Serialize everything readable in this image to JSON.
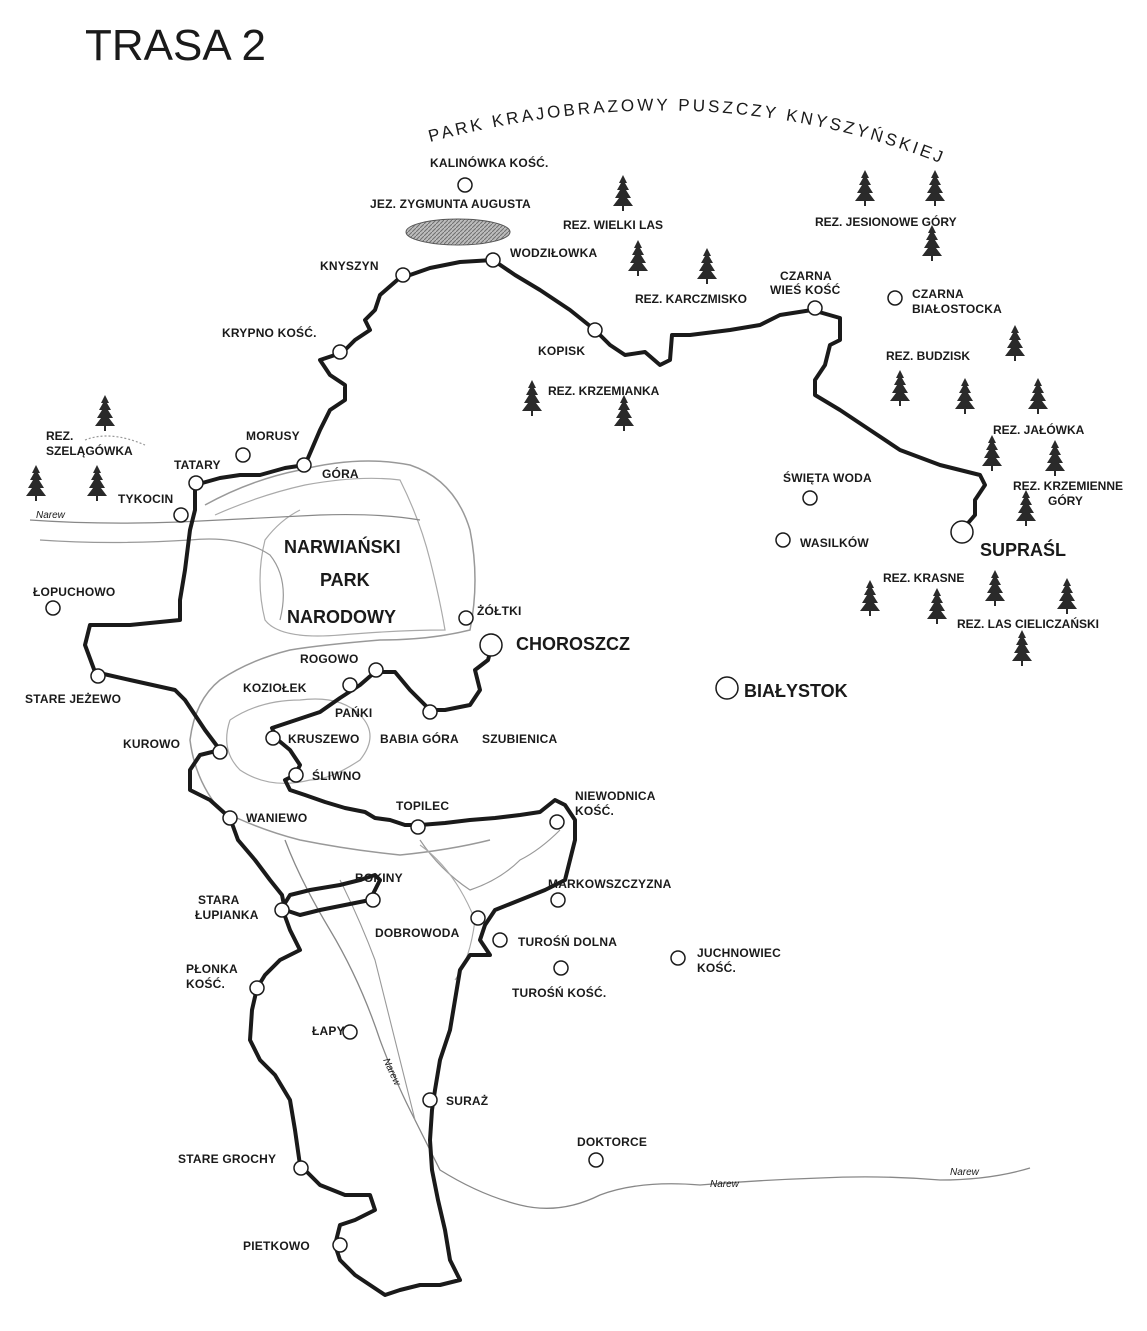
{
  "title": "TRASA 2",
  "forest_park_name": "PARK KRAJOBRAZOWY PUSZCZY KNYSZYŃSKIEJ",
  "national_park_lines": [
    "NARWIAŃSKI",
    "PARK",
    "NARODOWY"
  ],
  "lake_name": "JEZ. ZYGMUNTA AUGUSTA",
  "cities": {
    "choroszcz": "CHOROSZCZ",
    "bialystok": "BIAŁYSTOK",
    "suprasl": "SUPRAŚL"
  },
  "places": {
    "kalinowka": "KALINÓWKA KOŚĆ.",
    "knyszyn": "KNYSZYN",
    "wodzilowka": "WODZIŁOWKA",
    "krypno": "KRYPNO KOŚĆ.",
    "kopisk": "KOPISK",
    "czarna_wies_1": "CZARNA",
    "czarna_wies_2": "WIEŚ KOŚĆ",
    "czarna_bial_1": "CZARNA",
    "czarna_bial_2": "BIAŁOSTOCKA",
    "morusy": "MORUSY",
    "tatary": "TATARY",
    "gora": "GÓRA",
    "tykocin": "TYKOCIN",
    "swieta_woda": "ŚWIĘTA WODA",
    "wasilkow": "WASILKÓW",
    "lopuchowo": "ŁOPUCHOWO",
    "zoltki": "ŻÓŁTKI",
    "rogowo": "ROGOWO",
    "koziolek": "KOZIOŁEK",
    "panki": "PAŃKI",
    "stare_jezewo": "STARE JEŻEWO",
    "kurowo": "KUROWO",
    "kruszewo": "KRUSZEWO",
    "babia_gora": "BABIA GÓRA",
    "szubienica": "SZUBIENICA",
    "sliwno": "ŚLIWNO",
    "topilec": "TOPILEC",
    "niewodnica_1": "NIEWODNICA",
    "niewodnica_2": "KOŚĆ.",
    "waniewo": "WANIEWO",
    "bokiny": "BOKINY",
    "markowszczyzna": "MARKOWSZCZYZNA",
    "stara_lupianka_1": "STARA",
    "stara_lupianka_2": "ŁUPIANKA",
    "dobrowoda": "DOBROWODA",
    "turosn_dolna": "TUROŚŃ DOLNA",
    "juchnowiec_1": "JUCHNOWIEC",
    "juchnowiec_2": "KOŚĆ.",
    "plonka_1": "PŁONKA",
    "plonka_2": "KOŚĆ.",
    "turosn_kosc": "TUROŚŃ KOŚĆ.",
    "lapy": "ŁAPY",
    "suraz": "SURAŻ",
    "doktorce": "DOKTORCE",
    "stare_grochy": "STARE GROCHY",
    "pietkowo": "PIETKOWO"
  },
  "reserves": {
    "wielki_las": "REZ. WIELKI LAS",
    "jesionowe_gory": "REZ. JESIONOWE GÓRY",
    "karczmisko": "REZ. KARCZMISKO",
    "budzisk": "REZ. BUDZISK",
    "krzemianka": "REZ. KRZEMIANKA",
    "szelagowka_1": "REZ.",
    "szelagowka_2": "SZELĄGÓWKA",
    "jalowka": "REZ. JAŁÓWKA",
    "krzemienne_1": "REZ. KRZEMIENNE",
    "krzemienne_2": "GÓRY",
    "krasne": "REZ. KRASNE",
    "las_cieliczanski": "REZ. LAS CIELICZAŃSKI"
  },
  "rivers": {
    "narew_west": "Narew",
    "narew_south": "Narew",
    "narew_east1": "Narew",
    "narew_east2": "Narew"
  },
  "colors": {
    "route": "#1a1a1a",
    "river": "#777777",
    "boundary": "#999999",
    "lake": "#9a9a9a",
    "tree": "#2a2a2a"
  },
  "icons": {
    "tree": "tree-icon",
    "place": "place-marker",
    "lake": "lake-shape"
  }
}
